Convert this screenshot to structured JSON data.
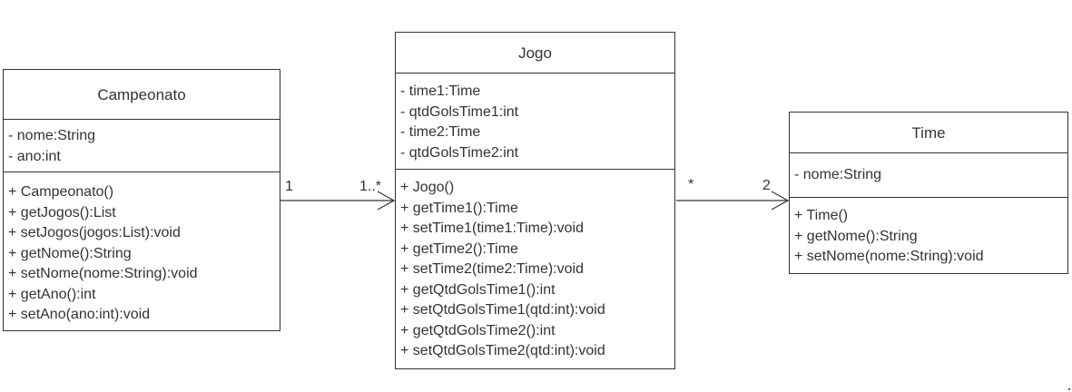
{
  "classes": {
    "campeonato": {
      "name": "Campeonato",
      "attributes": [
        "- nome:String",
        "- ano:int"
      ],
      "methods": [
        "+ Campeonato()",
        "+ getJogos():List",
        "+ setJogos(jogos:List):void",
        "+ getNome():String",
        "+ setNome(nome:String):void",
        "+ getAno():int",
        "+ setAno(ano:int):void"
      ]
    },
    "jogo": {
      "name": "Jogo",
      "attributes": [
        "- time1:Time",
        "- qtdGolsTime1:int",
        "- time2:Time",
        "- qtdGolsTime2:int"
      ],
      "methods": [
        "+ Jogo()",
        "+ getTime1():Time",
        "+ setTime1(time1:Time):void",
        "+ getTime2():Time",
        "+ setTime2(time2:Time):void",
        "+ getQtdGolsTime1():int",
        "+ setQtdGolsTime1(qtd:int):void",
        "+ getQtdGolsTime2():int",
        "+ setQtdGolsTime2(qtd:int):void"
      ]
    },
    "time": {
      "name": "Time",
      "attributes": [
        "- nome:String"
      ],
      "methods": [
        "+ Time()",
        "+ getNome():String",
        "+ setNome(nome:String):void"
      ]
    }
  },
  "associations": {
    "campeonato_jogo": {
      "source_mult": "1",
      "target_mult": "1..*"
    },
    "jogo_time": {
      "source_mult": "*",
      "target_mult": "2"
    }
  },
  "colors": {
    "line": "#333333",
    "background": "#ffffff"
  }
}
